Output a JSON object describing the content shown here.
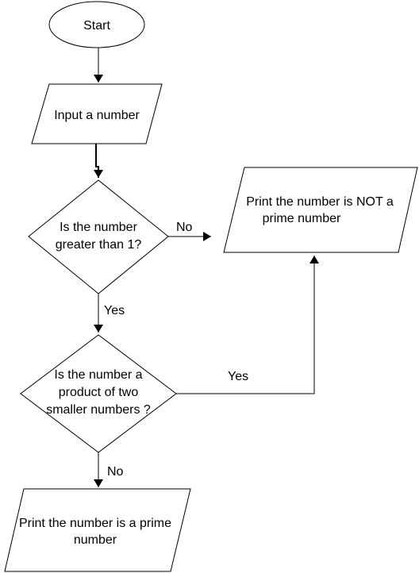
{
  "nodes": {
    "start": {
      "label": "Start"
    },
    "input": {
      "label": "Input a number"
    },
    "decision_greater": {
      "line1": "Is the number",
      "line2": "greater than 1?"
    },
    "decision_product": {
      "line1": "Is the number a",
      "line2": "product of two",
      "line3": "smaller numbers ?"
    },
    "output_not_prime": {
      "line1": "Print the number is NOT a",
      "line2": "prime number"
    },
    "output_prime": {
      "line1": "Print the number is a prime",
      "line2": "number"
    }
  },
  "edge_labels": {
    "greater_no": "No",
    "greater_yes": "Yes",
    "product_yes": "Yes",
    "product_no": "No"
  }
}
